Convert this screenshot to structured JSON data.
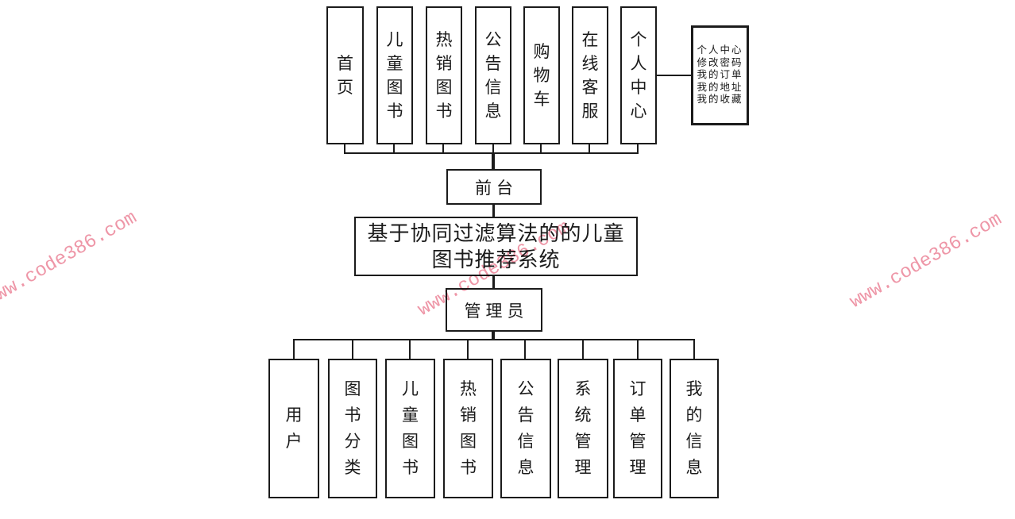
{
  "diagram": {
    "title": {
      "line1": "基于协同过滤算法的的儿童",
      "line2": "图书推荐系统"
    },
    "front": {
      "node": "前台",
      "branches": [
        "首页",
        "儿童图书",
        "热销图书",
        "公告信息",
        "购物车",
        "在线客服",
        "个人中心"
      ],
      "personal_center_detail": [
        "个人中心",
        "修改密码",
        "我的订单",
        "我的地址",
        "我的收藏"
      ]
    },
    "admin": {
      "node": "管理员",
      "branches": [
        "用户",
        "图书分类",
        "儿童图书",
        "热销图书",
        "公告信息",
        "系统管理",
        "订单管理",
        "我的信息"
      ]
    },
    "watermark": {
      "text": "www.code386.com",
      "color": "#ea7b91"
    }
  }
}
